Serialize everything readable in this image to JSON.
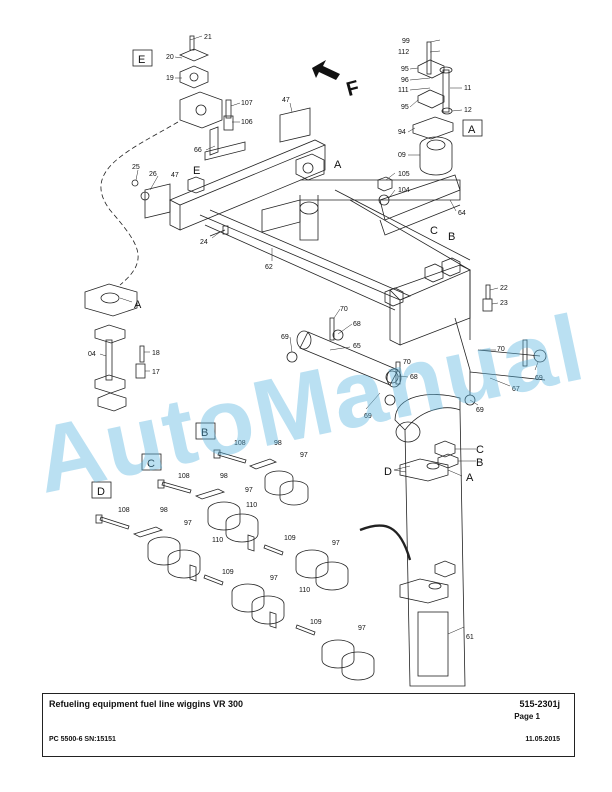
{
  "diagram": {
    "view_letters": [
      "E",
      "A",
      "B",
      "C",
      "D"
    ],
    "direction_label": "F",
    "detail_letters": {
      "left_clamp": "A",
      "top_right_box": "A",
      "mid_clamp": "A",
      "lower_right": "A",
      "e_clamp": "E",
      "b_top": "B",
      "c_top": "C",
      "b_low": "B",
      "c_low": "C",
      "d_low": "D"
    },
    "part_numbers": {
      "p21": "21",
      "p20": "20",
      "p19": "19",
      "p107": "107",
      "p106": "106",
      "p66": "66",
      "p47a": "47",
      "p25": "25",
      "p26": "26",
      "p47b": "47",
      "p24": "24",
      "p62": "62",
      "p99": "99",
      "p112": "112",
      "p95a": "95",
      "p96": "96",
      "p111": "111",
      "p11": "11",
      "p95b": "95",
      "p12": "12",
      "p94": "94",
      "p09": "09",
      "p105": "105",
      "p104": "104",
      "p64": "64",
      "p22": "22",
      "p23": "23",
      "p70a": "70",
      "p70b": "70",
      "p70c": "70",
      "p68a": "68",
      "p68b": "68",
      "p69a": "69",
      "p69b": "69",
      "p69c": "69",
      "p69d": "69",
      "p65": "65",
      "p67": "67",
      "p04": "04",
      "p18": "18",
      "p17": "17",
      "p108a": "108",
      "p98a": "98",
      "p97a": "97",
      "p108b": "108",
      "p98b": "98",
      "p97b": "97",
      "p108c": "108",
      "p98c": "98",
      "p97c": "97",
      "p110a": "110",
      "p109a": "109",
      "p97d": "97",
      "p110b": "110",
      "p109b": "109",
      "p97e": "97",
      "p110c": "110",
      "p109c": "109",
      "p97f": "97",
      "p61": "61"
    }
  },
  "watermark": "AutoManual",
  "footer": {
    "title": "Refueling equipment fuel line wiggins VR 300",
    "doc_number": "515-2301j",
    "page": "Page 1",
    "model": "PC 5500-6 SN:15151",
    "date": "11.05.2015"
  }
}
